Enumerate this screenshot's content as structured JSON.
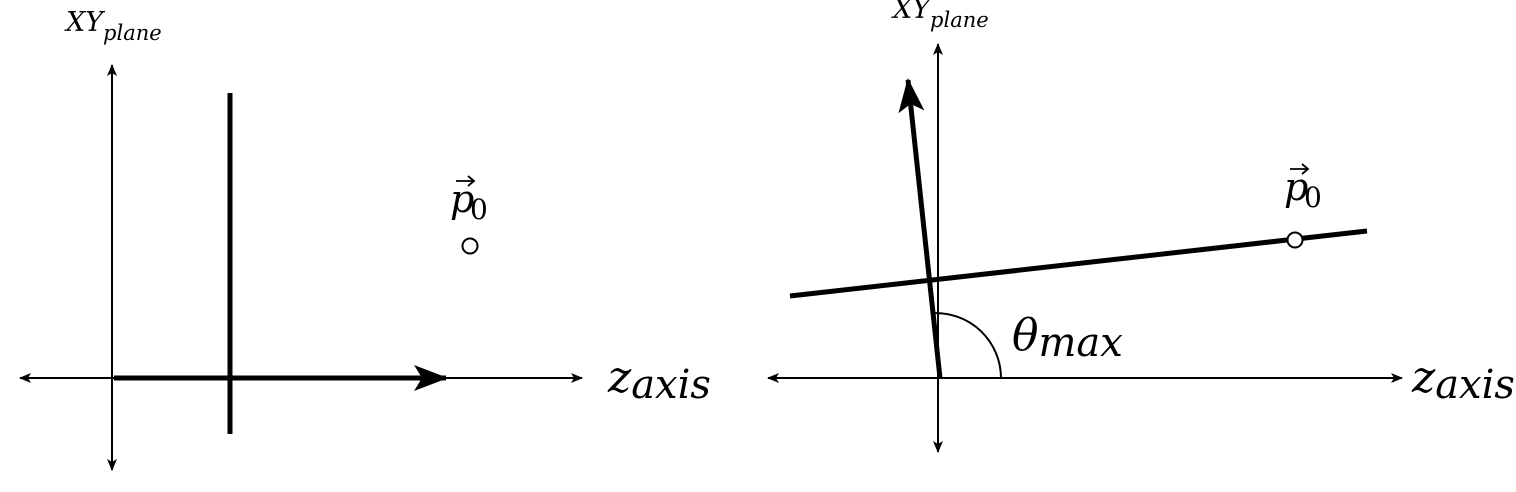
{
  "left_panel": {
    "vertical_axis_label": {
      "main": "XY",
      "sub": "plane"
    },
    "horizontal_axis_label": {
      "main": "z",
      "sub": "axis"
    },
    "point_label": {
      "main": "p",
      "sub": "0"
    }
  },
  "right_panel": {
    "vertical_axis_label": {
      "main": "XY",
      "sub": "plane"
    },
    "horizontal_axis_label": {
      "main": "z",
      "sub": "axis"
    },
    "point_label": {
      "main": "p",
      "sub": "0"
    },
    "angle_label": {
      "main": "θ",
      "sub": "max"
    }
  },
  "colors": {
    "ink": "#000000",
    "background": "#ffffff"
  }
}
